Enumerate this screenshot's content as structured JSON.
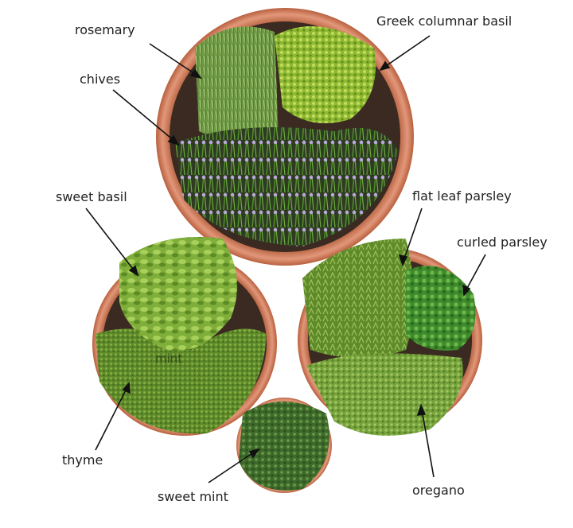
{
  "labels": {
    "rosemary": "rosemary",
    "greek_basil": "Greek columnar basil",
    "chives": "chives",
    "sweet_basil": "sweet basil",
    "flat_parsley": "flat leaf parsley",
    "curled_parsley": "curled parsley",
    "thyme": "thyme",
    "sweet_mint": "sweet mint",
    "oregano": "oregano",
    "mint_faint": "mint"
  },
  "colors": {
    "pot_rim": "#c9724f",
    "pot_rim_light": "#e49a78",
    "soil": "#3a2a22",
    "leader": "#111111"
  }
}
